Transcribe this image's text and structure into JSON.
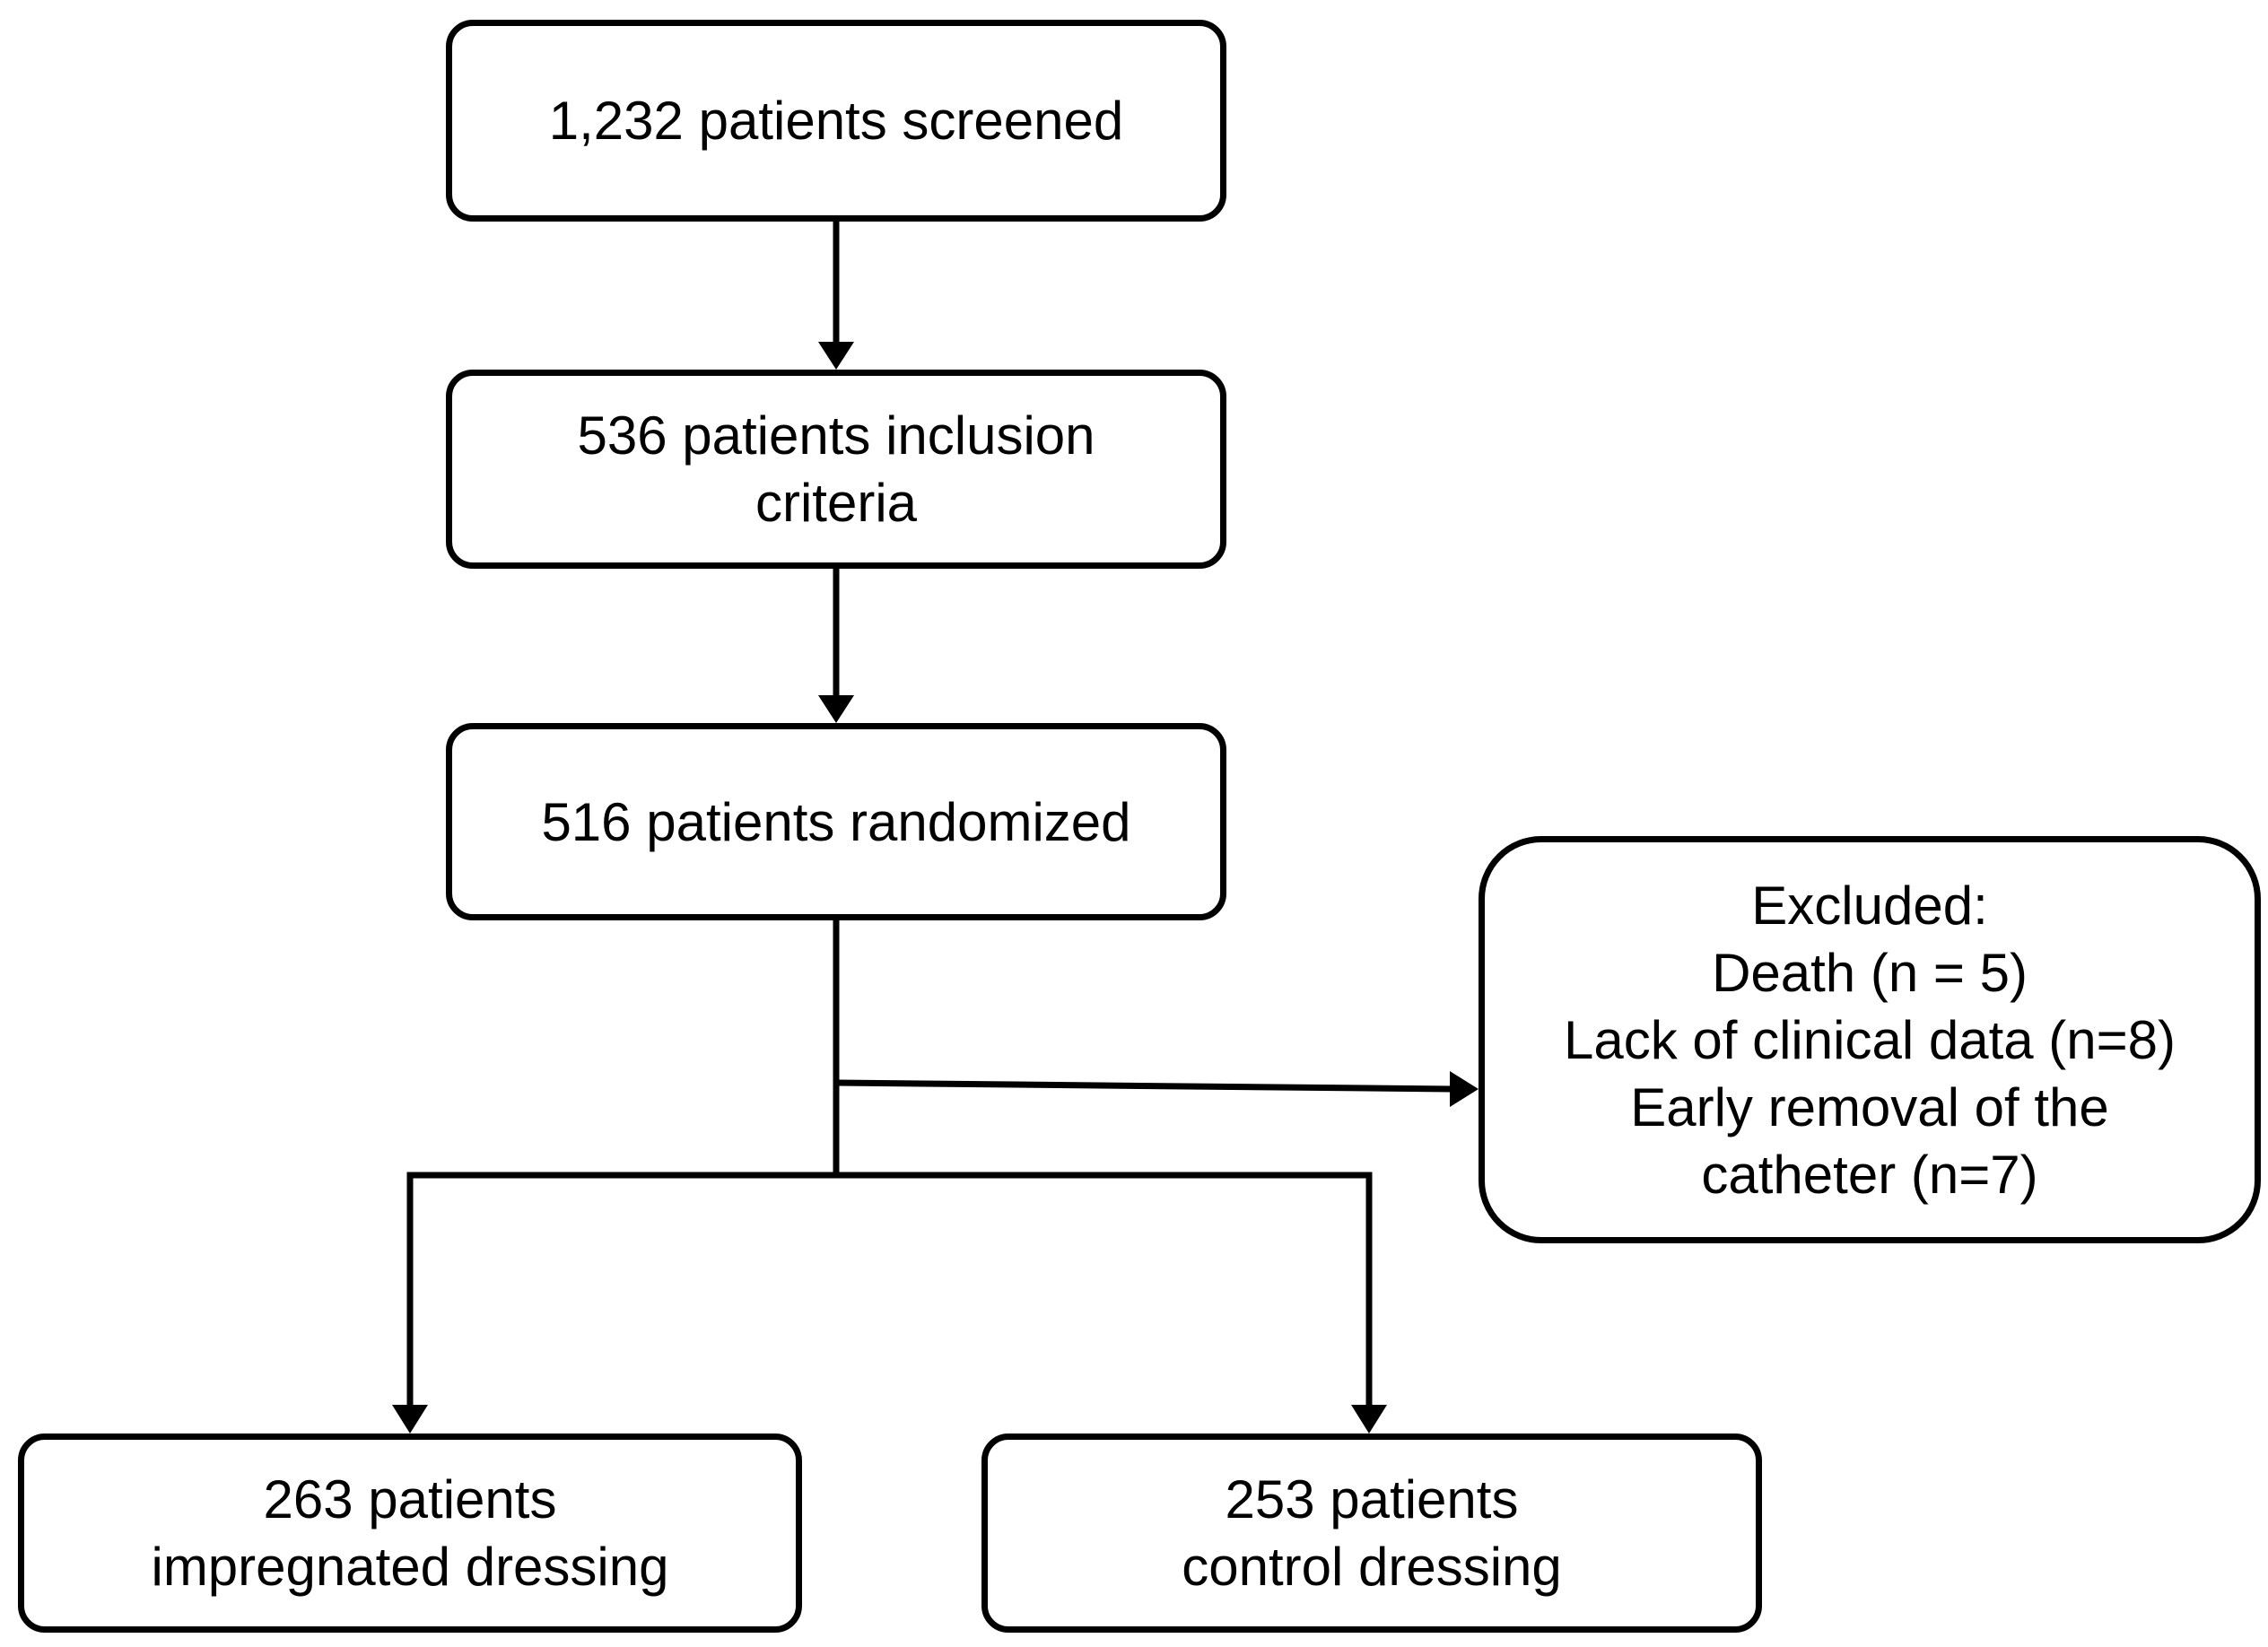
{
  "nodes": {
    "screened": {
      "lines": [
        "1,232 patients screened"
      ]
    },
    "inclusion": {
      "lines": [
        "536 patients inclusion",
        "criteria"
      ]
    },
    "randomized": {
      "lines": [
        "516 patients randomized"
      ]
    },
    "excluded": {
      "lines": [
        "Excluded:",
        "Death (n = 5)",
        "Lack of clinical data (n=8)",
        "Early removal of the",
        "catheter (n=7)"
      ]
    },
    "impregnated": {
      "lines": [
        "263 patients",
        "impregnated dressing"
      ]
    },
    "control": {
      "lines": [
        "253 patients",
        "control dressing"
      ]
    }
  },
  "edges": [
    {
      "from": "screened",
      "to": "inclusion"
    },
    {
      "from": "inclusion",
      "to": "randomized"
    },
    {
      "from": "randomized",
      "to": "excluded"
    },
    {
      "from": "randomized",
      "to": "impregnated"
    },
    {
      "from": "randomized",
      "to": "control"
    }
  ],
  "colors": {
    "stroke": "#000000",
    "fill": "#ffffff",
    "text": "#000000"
  }
}
